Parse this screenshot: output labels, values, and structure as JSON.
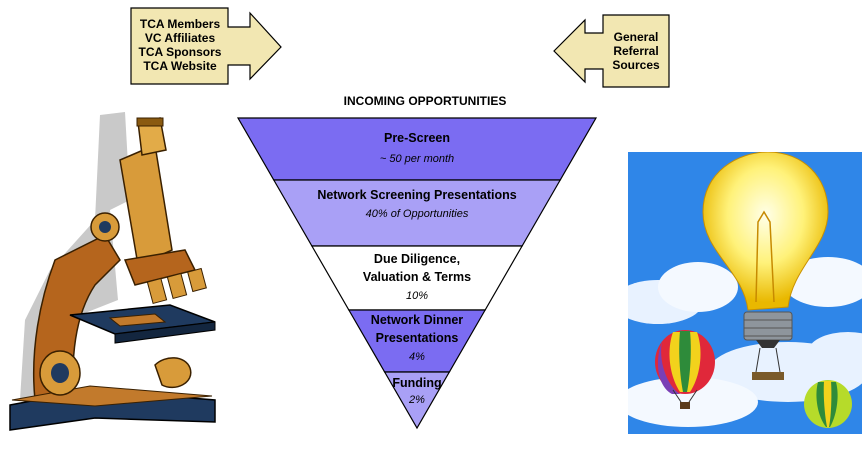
{
  "left_sources": {
    "lines": [
      "TCA Members",
      "VC Affiliates",
      "TCA Sponsors",
      "TCA Website"
    ]
  },
  "right_sources": {
    "lines": [
      "General",
      "Referral",
      "Sources"
    ]
  },
  "heading": "INCOMING OPPORTUNITIES",
  "funnel": {
    "stages": [
      {
        "title": [
          "Pre-Screen"
        ],
        "subtitle": "~ 50 per month",
        "color": "#7B6CF2"
      },
      {
        "title": [
          "Network Screening Presentations"
        ],
        "subtitle": "40% of Opportunities",
        "color": "#A9A0F6"
      },
      {
        "title": [
          "Due Diligence,",
          "Valuation & Terms"
        ],
        "subtitle": "10%",
        "color": "#FFFFFF"
      },
      {
        "title": [
          "Network Dinner",
          "Presentations"
        ],
        "subtitle": "4%",
        "color": "#7B6CF2"
      },
      {
        "title": [
          "Funding"
        ],
        "subtitle": "2%",
        "color": "#A9A0F6"
      }
    ]
  },
  "colors": {
    "callout_fill": "#F2E7B2",
    "sky": "#2F86E8"
  },
  "icons": {
    "left_image": "microscope-clipart",
    "right_image": "lightbulb-balloons-clipart"
  }
}
